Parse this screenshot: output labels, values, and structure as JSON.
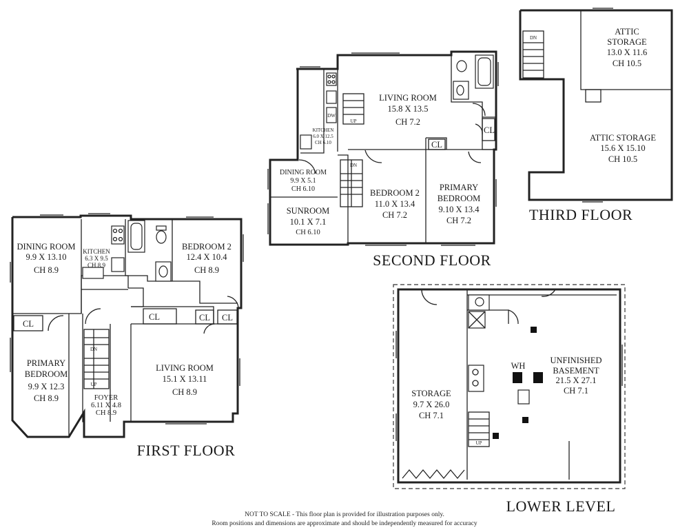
{
  "floors": {
    "first": {
      "label": "FIRST FLOOR",
      "rooms": {
        "dining": [
          "DINING ROOM",
          "9.9 X 13.10",
          "CH 8.9"
        ],
        "kitchen": [
          "KITCHEN",
          "6.3 X 9.5",
          "CH 8.9"
        ],
        "bedroom2": [
          "BEDROOM 2",
          "12.4 X 10.4",
          "CH 8.9"
        ],
        "primary": [
          "PRIMARY",
          "BEDROOM",
          "9.9 X 12.3",
          "CH 8.9"
        ],
        "living": [
          "LIVING ROOM",
          "15.1 X 13.11",
          "CH 8.9"
        ],
        "foyer": [
          "FOYER",
          "6.11 X 4.8",
          "CH 8.9"
        ]
      },
      "closet": "CL",
      "stair_up": "UP",
      "stair_dn": "DN"
    },
    "second": {
      "label": "SECOND FLOOR",
      "rooms": {
        "living": [
          "LIVING ROOM",
          "15.8 X 13.5",
          "CH 7.2"
        ],
        "kitchen": [
          "KITCHEN",
          "6.0 X 12.5",
          "CH 6.10"
        ],
        "dining": [
          "DINING ROOM",
          "9.9 X 5.1",
          "CH 6.10"
        ],
        "sunroom": [
          "SUNROOM",
          "10.1 X 7.1",
          "CH 6.10"
        ],
        "bedroom2": [
          "BEDROOM 2",
          "11.0 X 13.4",
          "CH 7.2"
        ],
        "primary": [
          "PRIMARY",
          "BEDROOM",
          "9.10 X 13.4",
          "CH 7.2"
        ]
      },
      "closet": "CL",
      "dishwasher": "DW",
      "stair_up": "UP",
      "stair_dn": "DN"
    },
    "third": {
      "label": "THIRD FLOOR",
      "rooms": {
        "attic1": [
          "ATTIC",
          "STORAGE",
          "13.0 X 11.6",
          "CH 10.5"
        ],
        "attic2": [
          "ATTIC STORAGE",
          "15.6 X 15.10",
          "CH 10.5"
        ]
      },
      "stair_dn": "DN"
    },
    "lower": {
      "label": "LOWER LEVEL",
      "rooms": {
        "storage": [
          "STORAGE",
          "9.7 X 26.0",
          "CH 7.1"
        ],
        "basement": [
          "UNFINISHED",
          "BASEMENT",
          "21.5 X 27.1",
          "CH 7.1"
        ]
      },
      "water_heater": "WH",
      "stair_up": "UP"
    }
  },
  "disclaimer": {
    "line1": "NOT TO SCALE - This floor plan is provided for illustration purposes only.",
    "line2": "Room positions and dimensions are approximate and should be independently measured for accuracy"
  }
}
